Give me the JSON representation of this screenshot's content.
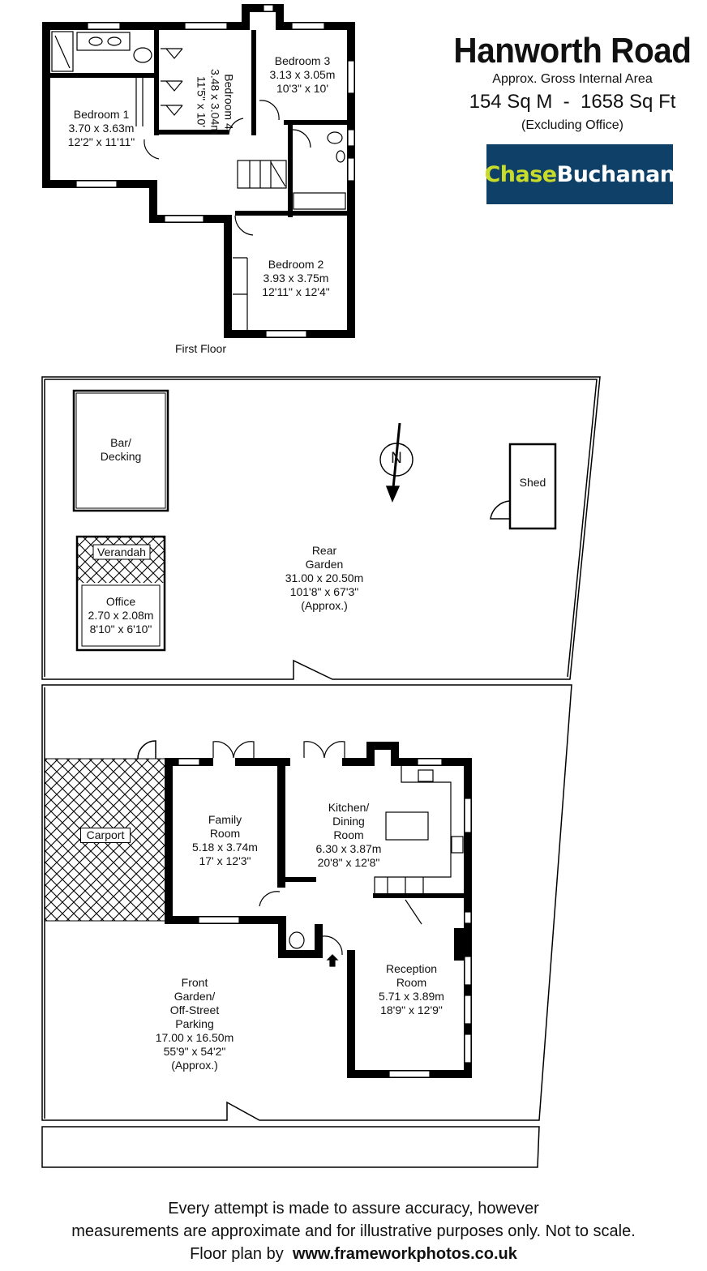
{
  "header": {
    "title": "Hanworth Road",
    "area_label": "Approx. Gross Internal Area",
    "area_value": "154 Sq M  -  1658 Sq Ft",
    "area_note": "(Excluding Office)"
  },
  "logo": {
    "part1": "Chase",
    "part2": "Buchanan",
    "bg_color": "#0f4068",
    "accent_color": "#c9dc2a"
  },
  "first_floor": {
    "label": "First Floor",
    "rooms": [
      {
        "name": "Bedroom 1",
        "metric": "3.70 x 3.63m",
        "imperial": "12'2\" x 11'11\""
      },
      {
        "name": "Bedroom 4",
        "metric": "3.48 x 3.04m",
        "imperial": "11'5\" x 10'"
      },
      {
        "name": "Bedroom 3",
        "metric": "3.13 x 3.05m",
        "imperial": "10'3\" x 10'"
      },
      {
        "name": "Bedroom 2",
        "metric": "3.93 x 3.75m",
        "imperial": "12'11\" x 12'4\""
      }
    ]
  },
  "outdoor": {
    "bar": {
      "line1": "Bar/",
      "line2": "Decking"
    },
    "verandah": "Verandah",
    "office": {
      "name": "Office",
      "metric": "2.70 x 2.08m",
      "imperial": "8'10\" x 6'10\""
    },
    "shed": "Shed",
    "compass": "N",
    "rear_garden": {
      "line1": "Rear",
      "line2": "Garden",
      "metric": "31.00 x 20.50m",
      "imperial": "101'8\" x 67'3\"",
      "note": "(Approx.)"
    },
    "carport": "Carport",
    "front_garden": {
      "line1": "Front",
      "line2": "Garden/",
      "line3": "Off-Street",
      "line4": "Parking",
      "metric": "17.00 x 16.50m",
      "imperial": "55'9\" x 54'2\"",
      "note": "(Approx.)"
    }
  },
  "ground_floor": {
    "rooms": [
      {
        "line1": "Family",
        "line2": "Room",
        "metric": "5.18 x 3.74m",
        "imperial": "17' x 12'3\""
      },
      {
        "line1": "Kitchen/",
        "line2": "Dining",
        "line3": "Room",
        "metric": "6.30 x 3.87m",
        "imperial": "20'8\" x 12'8\""
      },
      {
        "line1": "Reception",
        "line2": "Room",
        "metric": "5.71 x 3.89m",
        "imperial": "18'9\" x 12'9\""
      }
    ]
  },
  "footer": {
    "line1": "Every attempt is made to assure accuracy, however",
    "line2": "measurements are approximate and for illustrative purposes only. Not to scale.",
    "line3_prefix": "Floor plan by ",
    "line3_link": "www.frameworkphotos.co.uk"
  }
}
